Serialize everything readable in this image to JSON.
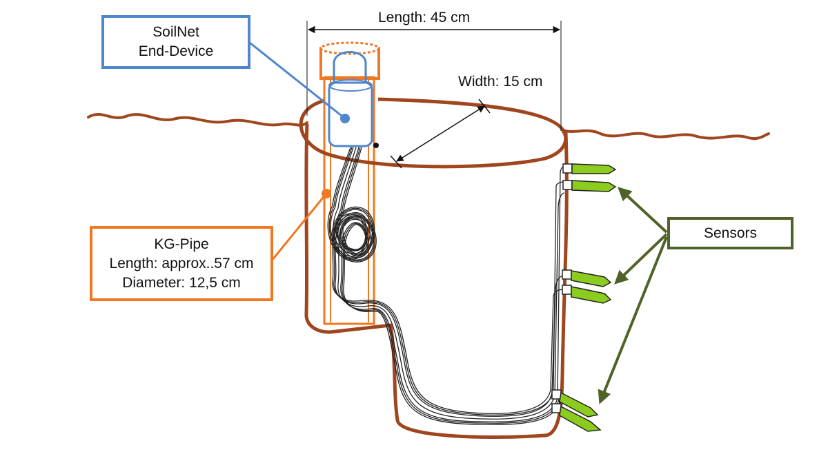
{
  "labels": {
    "soilnet": [
      "SoilNet",
      "End-Device"
    ],
    "kgpipe": [
      "KG-Pipe",
      "Length: approx..57 cm",
      "Diameter: 12,5 cm"
    ],
    "sensors": "Sensors"
  },
  "dimensions": {
    "length": "Length: 45 cm",
    "width": "Width: 15 cm"
  },
  "colors": {
    "soil": "#a0461e",
    "pipe": "#f07822",
    "device": "#4f86cc",
    "sensor_fill": "#8ccc1e",
    "sensor_arrow": "#4f6228",
    "cable": "#222222"
  }
}
